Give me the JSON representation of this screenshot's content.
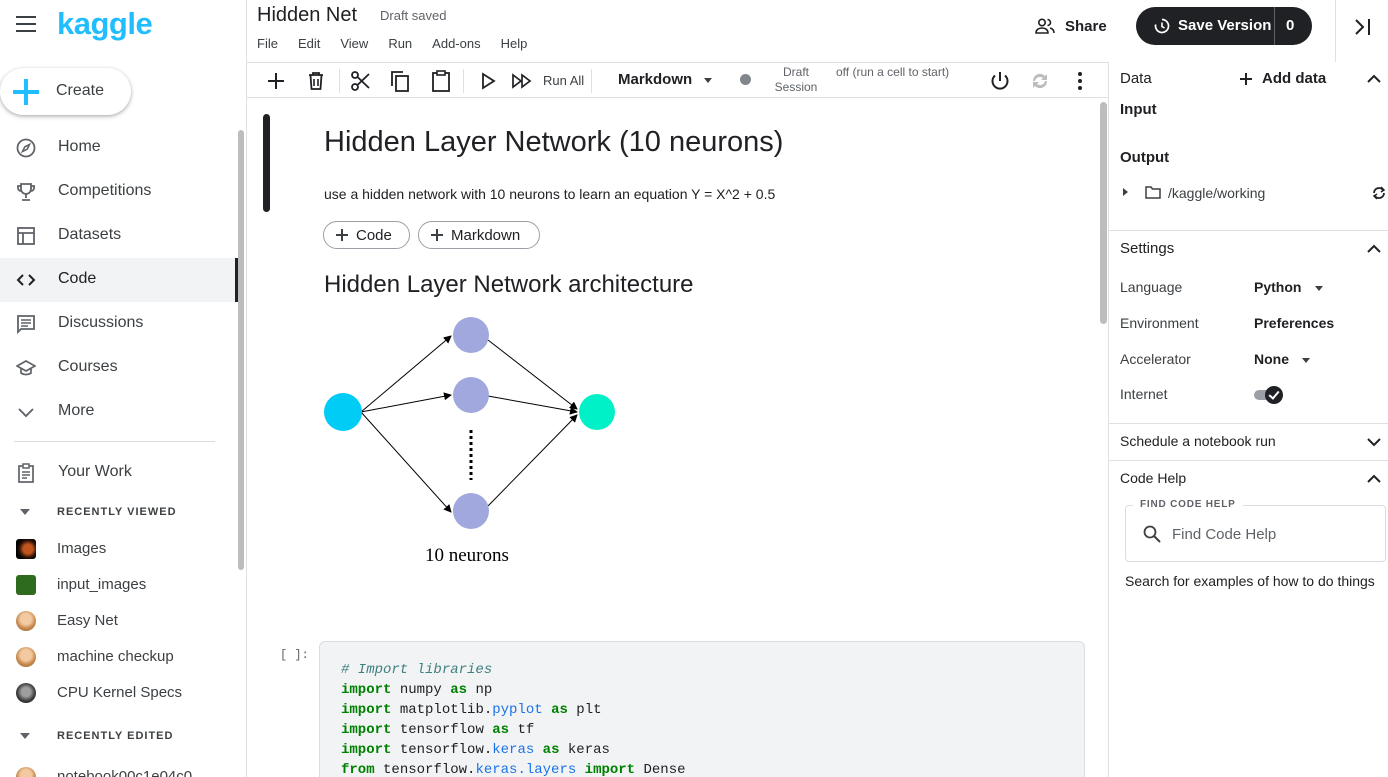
{
  "logo": "kaggle",
  "create_label": "Create",
  "nav": [
    {
      "label": "Home",
      "icon": "compass-icon"
    },
    {
      "label": "Competitions",
      "icon": "trophy-icon"
    },
    {
      "label": "Datasets",
      "icon": "table-icon"
    },
    {
      "label": "Code",
      "icon": "code-icon",
      "active": true
    },
    {
      "label": "Discussions",
      "icon": "comment-icon"
    },
    {
      "label": "Courses",
      "icon": "school-icon"
    },
    {
      "label": "More",
      "icon": "chevron-down-icon"
    }
  ],
  "your_work": "Your Work",
  "recently_viewed": {
    "title": "RECENTLY VIEWED",
    "items": [
      "Images",
      "input_images",
      "Easy Net",
      "machine checkup",
      "CPU Kernel Specs"
    ]
  },
  "recently_edited": {
    "title": "RECENTLY EDITED",
    "partial_item": "notebook00c1e04c0"
  },
  "header": {
    "title": "Hidden Net",
    "status": "Draft saved",
    "menu": [
      "File",
      "Edit",
      "View",
      "Run",
      "Add-ons",
      "Help"
    ],
    "share_label": "Share",
    "save_version_label": "Save Version",
    "version_count": "0"
  },
  "toolbar": {
    "run_all_label": "Run All",
    "cell_type": "Markdown",
    "session_label_1": "Draft",
    "session_label_2": "Session",
    "session_status": "off (run a cell to start)"
  },
  "notebook": {
    "h1": "Hidden Layer Network (10 neurons)",
    "description": "use a hidden network with 10 neurons to learn an equation Y = X^2 + 0.5",
    "add_code_label": "Code",
    "add_markdown_label": "Markdown",
    "h2": "Hidden Layer Network architecture",
    "diagram_caption": "10 neurons",
    "cell_prompt": "[ ]:",
    "code": [
      {
        "type": "comment",
        "text": "# Import libraries"
      },
      {
        "type": "import",
        "kw": "import",
        "mod": "numpy",
        "attr": "",
        "as": "as",
        "alias": "np"
      },
      {
        "type": "import",
        "kw": "import",
        "mod": "matplotlib.",
        "attr": "pyplot",
        "as": "as",
        "alias": "plt"
      },
      {
        "type": "import",
        "kw": "import",
        "mod": "tensorflow",
        "attr": "",
        "as": "as",
        "alias": "tf"
      },
      {
        "type": "import",
        "kw": "import",
        "mod": "tensorflow.",
        "attr": "keras",
        "as": "as",
        "alias": "keras"
      },
      {
        "type": "from",
        "kw": "from",
        "mod": "tensorflow.",
        "attr": "keras.layers",
        "imp": "import",
        "name": "Dense"
      }
    ]
  },
  "right_panel": {
    "data_title": "Data",
    "add_data_label": "Add data",
    "input_label": "Input",
    "output_label": "Output",
    "output_path": "/kaggle/working",
    "settings_title": "Settings",
    "settings": [
      {
        "label": "Language",
        "value": "Python",
        "dropdown": true
      },
      {
        "label": "Environment",
        "value": "Preferences",
        "dropdown": false
      },
      {
        "label": "Accelerator",
        "value": "None",
        "dropdown": true
      }
    ],
    "internet_label": "Internet",
    "internet_on": true,
    "schedule_label": "Schedule a notebook run",
    "code_help_title": "Code Help",
    "find_legend": "FIND CODE HELP",
    "find_placeholder": "Find Code Help",
    "find_help_text": "Search for examples of how to do things"
  },
  "colors": {
    "brand": "#20beff",
    "input_node": "#00ccf5",
    "hidden_node": "#a0a8de",
    "output_node": "#00f0c8",
    "save_button": "#202124"
  }
}
